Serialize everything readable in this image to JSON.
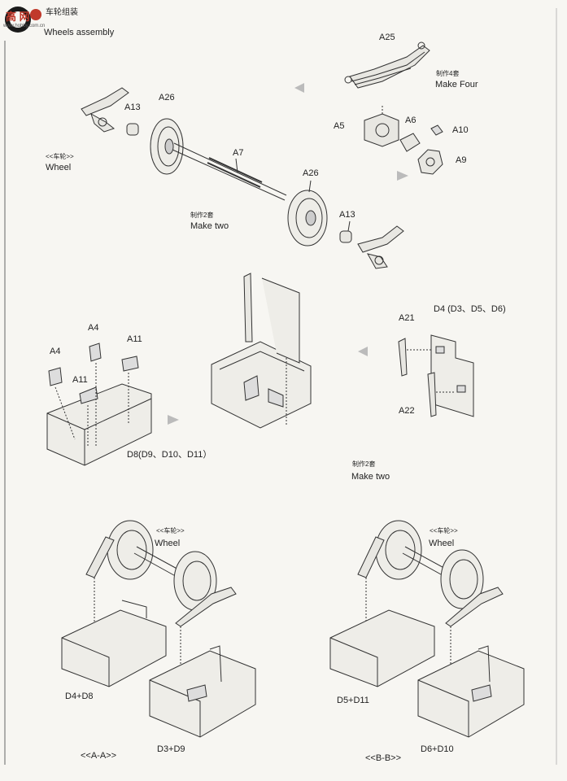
{
  "header": {
    "logo_text": "高 网",
    "logo_url": "www.hobby.com.cn",
    "title_cn": "车轮组装",
    "title_en": "Wheels assembly"
  },
  "parts": {
    "A25": "A25",
    "A13_left": "A13",
    "A26_top": "A26",
    "A5": "A5",
    "A6": "A6",
    "A10": "A10",
    "A9": "A9",
    "A7": "A7",
    "A26_bottom": "A26",
    "A13_right": "A13",
    "A21": "A21",
    "D4_group": "D4 (D3、D5、D6)",
    "A22": "A22",
    "A4_top": "A4",
    "A11_top": "A11",
    "A4_left": "A4",
    "A11_left": "A11",
    "D8_group": "D8(D9、D10、D11）"
  },
  "notes": {
    "make_four_cn": "制作4套",
    "make_four_en": "Make Four",
    "wheel_cn": "<<车轮>>",
    "wheel_en": "Wheel",
    "make_two_cn": "制作2套",
    "make_two_en": "Make two",
    "make_two2_cn": "制作2套",
    "make_two2_en": "Make two",
    "wheel_left_cn": "<<车轮>>",
    "wheel_left_en": "Wheel",
    "wheel_right_cn": "<<车轮>>",
    "wheel_right_en": "Wheel"
  },
  "assemblies": {
    "d4_d8": "D4+D8",
    "d3_d9": "D3+D9",
    "d5_d11": "D5+D11",
    "d6_d10": "D6+D10",
    "view_aa": "<<A-A>>",
    "view_bb": "<<B-B>>"
  }
}
